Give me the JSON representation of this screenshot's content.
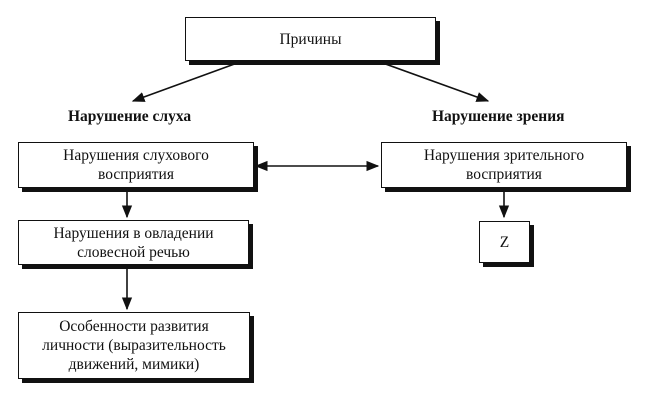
{
  "diagram": {
    "root": {
      "label": "Причины"
    },
    "branch_labels": {
      "left": "Нарушение слуха",
      "right": "Нарушение зрения"
    },
    "left_column": {
      "box1": {
        "line1": "Нарушения слухового",
        "line2": "восприятия"
      },
      "box2": {
        "line1": "Нарушения в овладении",
        "line2": "словесной речью"
      },
      "box3": {
        "line1": "Особенности развития",
        "line2": "личности (выразительность",
        "line3": "движений, мимики)"
      }
    },
    "right_column": {
      "box1": {
        "line1": "Нарушения зрительного",
        "line2": "восприятия"
      },
      "box2": {
        "label": "Z"
      }
    }
  }
}
